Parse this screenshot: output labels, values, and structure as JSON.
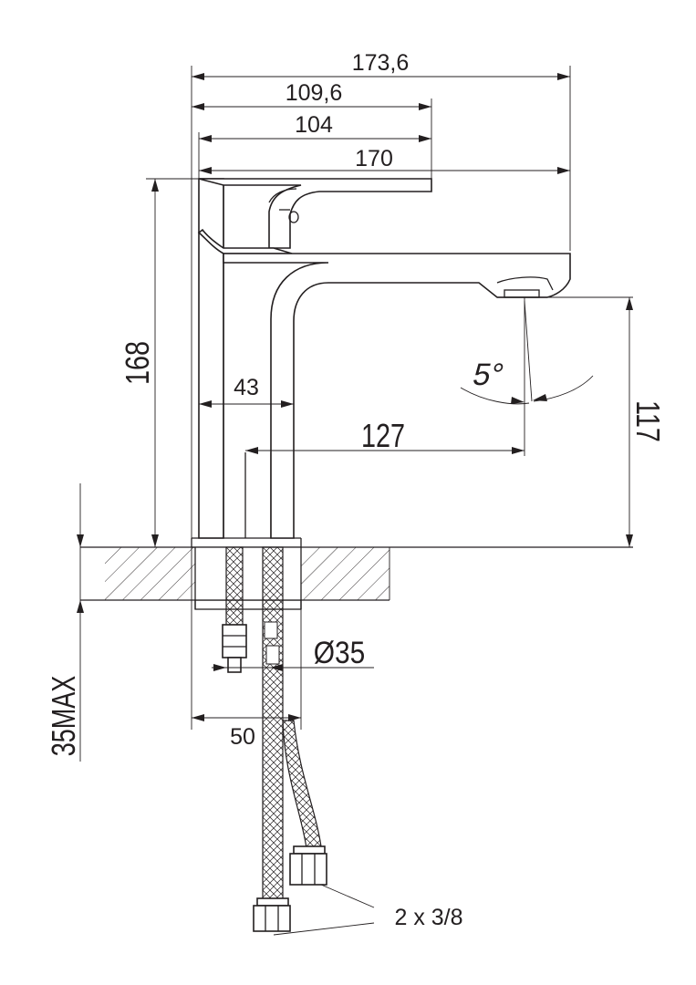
{
  "dimensions": {
    "overall_width": "173,6",
    "handle_reach": "109,6",
    "handle_length": "104",
    "spout_reach": "170",
    "total_height": "168",
    "body_diameter": "43",
    "spout_projection": "127",
    "spout_height": "117",
    "spout_angle": "5°",
    "hole_diameter": "Ø35",
    "base_width": "50",
    "max_counter_thickness": "35MAX",
    "hose_connections": "2 x 3/8"
  },
  "colors": {
    "line": "#231f20",
    "background": "#ffffff"
  }
}
